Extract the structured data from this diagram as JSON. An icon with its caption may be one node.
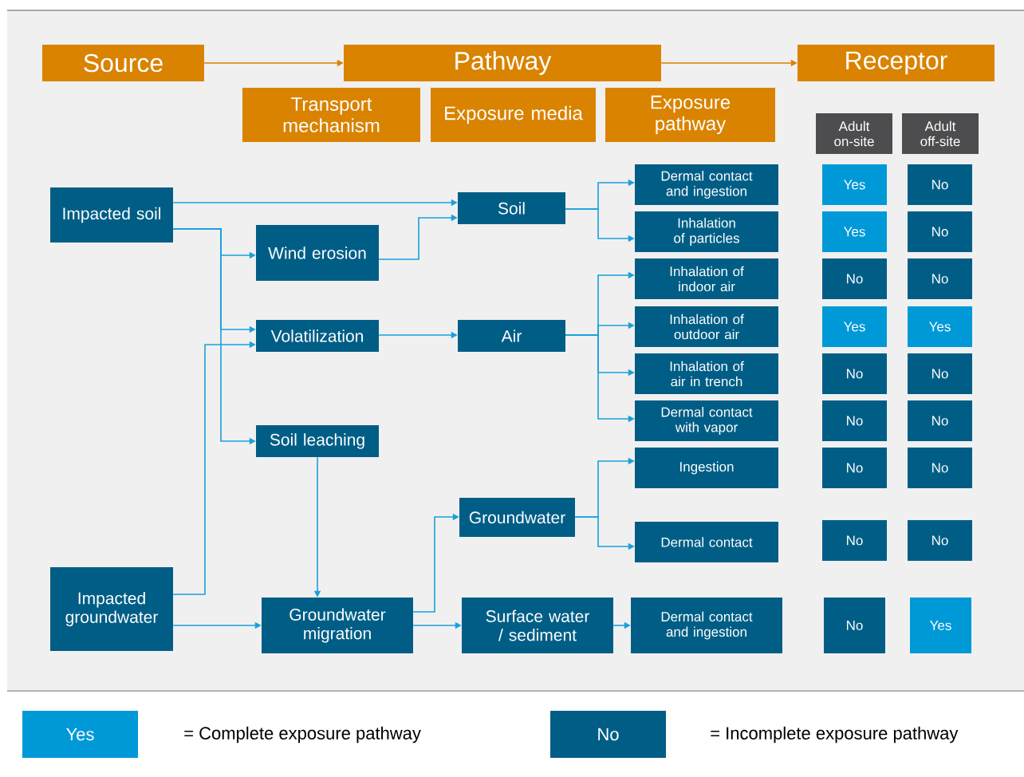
{
  "diagram": {
    "nodes": [
      {
        "text": [
          "Source"
        ]
      },
      {
        "text": [
          "Pathway"
        ]
      },
      {
        "text": [
          "Receptor"
        ]
      },
      {
        "text": [
          "Transport mechanism"
        ]
      },
      {
        "text": [
          "Exposure media"
        ]
      },
      {
        "text": [
          "Exposure pathway"
        ]
      },
      {
        "text": [
          "Adult on-site"
        ]
      },
      {
        "text": [
          "Adult off-site"
        ]
      },
      {
        "text": [
          "Impacted soil"
        ]
      },
      {
        "text": [
          "Wind erosion"
        ]
      },
      {
        "text": [
          "Volatilization"
        ]
      },
      {
        "text": [
          "Soil leaching"
        ]
      },
      {
        "text": [
          "Impacted groundwater"
        ]
      },
      {
        "text": [
          "Groundwater migration"
        ]
      },
      {
        "text": [
          "Soil"
        ]
      },
      {
        "text": [
          "Air"
        ]
      },
      {
        "text": [
          "Groundwater"
        ]
      },
      {
        "text": [
          "Surface water / sediment"
        ]
      },
      {
        "text": [
          "Dermal contact and ingestion"
        ]
      },
      {
        "text": [
          "Inhalation of particles"
        ]
      },
      {
        "text": [
          "Inhalation of indoor air"
        ]
      },
      {
        "text": [
          "Inhalation of outdoor air"
        ]
      },
      {
        "text": [
          "Inhalation of air in trench"
        ]
      },
      {
        "text": [
          "Dermal contact with vapor"
        ]
      },
      {
        "text": [
          "Ingestion"
        ]
      },
      {
        "text": [
          "Dermal contact"
        ]
      },
      {
        "text": [
          "Dermal contact and ingestion"
        ]
      },
      {
        "text": [
          "Yes"
        ]
      },
      {
        "text": [
          "No"
        ]
      },
      {
        "text": [
          "Yes"
        ]
      },
      {
        "text": [
          "No"
        ]
      },
      {
        "text": [
          "No"
        ]
      },
      {
        "text": [
          "No"
        ]
      },
      {
        "text": [
          "Yes"
        ]
      },
      {
        "text": [
          "Yes"
        ]
      },
      {
        "text": [
          "No"
        ]
      },
      {
        "text": [
          "No"
        ]
      },
      {
        "text": [
          "No"
        ]
      },
      {
        "text": [
          "No"
        ]
      },
      {
        "text": [
          "No"
        ]
      },
      {
        "text": [
          "No"
        ]
      },
      {
        "text": [
          "No"
        ]
      },
      {
        "text": [
          "No"
        ]
      },
      {
        "text": [
          "No"
        ]
      },
      {
        "text": [
          "Yes"
        ]
      }
    ],
    "edges": [
      {
        "from": 0,
        "to": 1,
        "arrow": "to",
        "color": "#d98300"
      },
      {
        "from": 1,
        "to": 2,
        "arrow": "to",
        "color": "#d98300"
      },
      {
        "from": 8,
        "to": 14,
        "arrow": "to"
      },
      {
        "from": 8,
        "to": 9,
        "arrow": "to"
      },
      {
        "from": 8,
        "to": 10,
        "arrow": "to"
      },
      {
        "from": 8,
        "to": 11,
        "arrow": "to"
      },
      {
        "from": 9,
        "to": 14,
        "arrow": "to"
      },
      {
        "from": 12,
        "to": 10,
        "arrow": "to"
      },
      {
        "from": 12,
        "to": 13,
        "arrow": "to"
      },
      {
        "from": 10,
        "to": 15,
        "arrow": "to"
      },
      {
        "from": 11,
        "to": 13,
        "arrow": "to"
      },
      {
        "from": 13,
        "to": 16,
        "arrow": "to"
      },
      {
        "from": 13,
        "to": 17,
        "arrow": "to"
      },
      {
        "from": 14,
        "to": 18,
        "arrow": "to"
      },
      {
        "from": 14,
        "to": 19,
        "arrow": "to"
      },
      {
        "from": 15,
        "to": 20,
        "arrow": "to"
      },
      {
        "from": 15,
        "to": 21,
        "arrow": "to"
      },
      {
        "from": 15,
        "to": 22,
        "arrow": "to"
      },
      {
        "from": 15,
        "to": 23,
        "arrow": "to"
      },
      {
        "from": 16,
        "to": 24,
        "arrow": "to"
      },
      {
        "from": 16,
        "to": 25,
        "arrow": "to"
      },
      {
        "from": 17,
        "to": 26,
        "arrow": "to"
      }
    ],
    "labels": [
      "Yes",
      "No"
    ],
    "legend": [
      {
        "text": "= Complete exposure pathway",
        "color": "#0099d8"
      },
      {
        "text": "= Incomplete exposure pathway",
        "color": "#005e86"
      }
    ]
  }
}
